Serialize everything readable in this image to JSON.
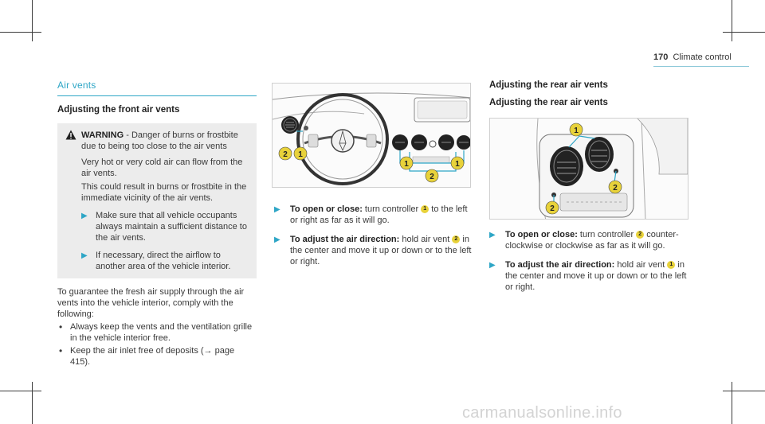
{
  "header": {
    "page_number": "170",
    "chapter": "Climate control"
  },
  "left": {
    "section_title": "Air vents",
    "subheading": "Adjusting the front air vents",
    "warning": {
      "label": "WARNING",
      "title": " - Danger of burns or frostbite due to being too close to the air vents",
      "body1": "Very hot or very cold air can flow from the air vents.",
      "body2": "This could result in burns or frostbite in the immediate vicinity of the air vents.",
      "step1": "Make sure that all vehicle occupants always maintain a sufficient distance to the air vents.",
      "step2": "If necessary, direct the airflow to another area of the vehicle interior."
    },
    "paragraph": "To guarantee the fresh air supply through the air vents into the vehicle interior, comply with the following:",
    "bullets": [
      "Always keep the vents and the ventilation grille in the vehicle interior free.",
      "Keep the air inlet free of deposits (→ page 415)."
    ]
  },
  "middle": {
    "step1_label": "To open or close:",
    "step1_text_a": " turn controller ",
    "step1_badge": "1",
    "step1_text_b": " to the left or right as far as it will go.",
    "step2_label": "To adjust the air direction:",
    "step2_text_a": " hold air vent ",
    "step2_badge": "2",
    "step2_text_b": " in the center and move it up or down or to the left or right."
  },
  "right": {
    "heading1": "Adjusting the rear air vents",
    "heading2": "Adjusting the rear air vents",
    "step1_label": "To open or close:",
    "step1_text_a": " turn controller ",
    "step1_badge": "2",
    "step1_text_b": " counter-clockwise or clockwise as far as it will go.",
    "step2_label": "To adjust the air direction:",
    "step2_text_a": " hold air vent ",
    "step2_badge": "1",
    "step2_text_b": " in the center and move it up or down or to the left or right."
  },
  "figure_front": {
    "callouts": [
      "2",
      "1",
      "1",
      "2",
      "1"
    ]
  },
  "figure_rear": {
    "callouts": [
      "1",
      "2",
      "2"
    ]
  },
  "watermark": "carmanualsonline.info",
  "colors": {
    "accent": "#2ea6c6",
    "badge": "#e8d23a"
  },
  "icons": {
    "warning": "warning-triangle-icon",
    "step": "arrow-right-icon"
  }
}
